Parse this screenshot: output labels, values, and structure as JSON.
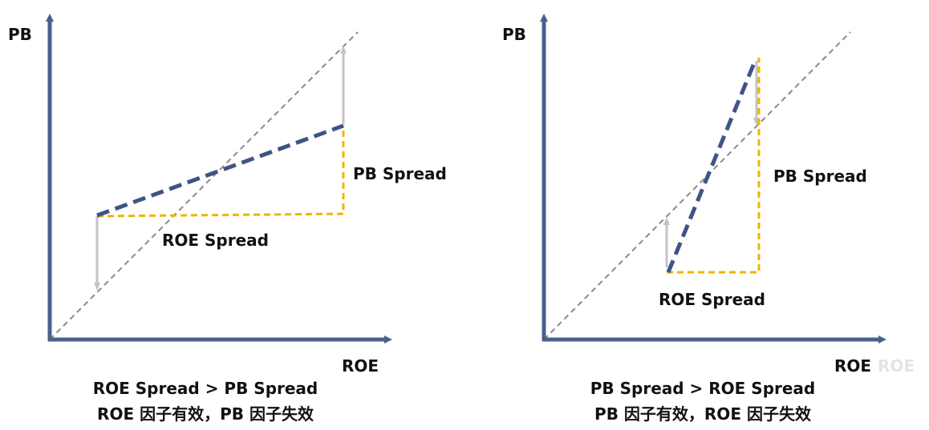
{
  "colors": {
    "axis": "#4a5f8c",
    "navy_line": "#3e5484",
    "yellow_line": "#f0b400",
    "diagonal": "#8a8a8a",
    "arrow": "#c4c4c4",
    "text": "#111111"
  },
  "left_panel": {
    "y_axis_label": "PB",
    "x_axis_label": "ROE",
    "pb_spread_label": "PB Spread",
    "roe_spread_label": "ROE Spread",
    "caption_line1": "ROE Spread > PB Spread",
    "caption_line2": "ROE 因子有效，PB 因子失效"
  },
  "right_panel": {
    "y_axis_label": "PB",
    "x_axis_label": "ROE",
    "x_axis_label_ghost": "ROE",
    "pb_spread_label": "PB Spread",
    "roe_spread_label": "ROE Spread",
    "caption_line1": "PB Spread > ROE Spread",
    "caption_line2": "PB 因子有效，ROE 因子失效"
  }
}
